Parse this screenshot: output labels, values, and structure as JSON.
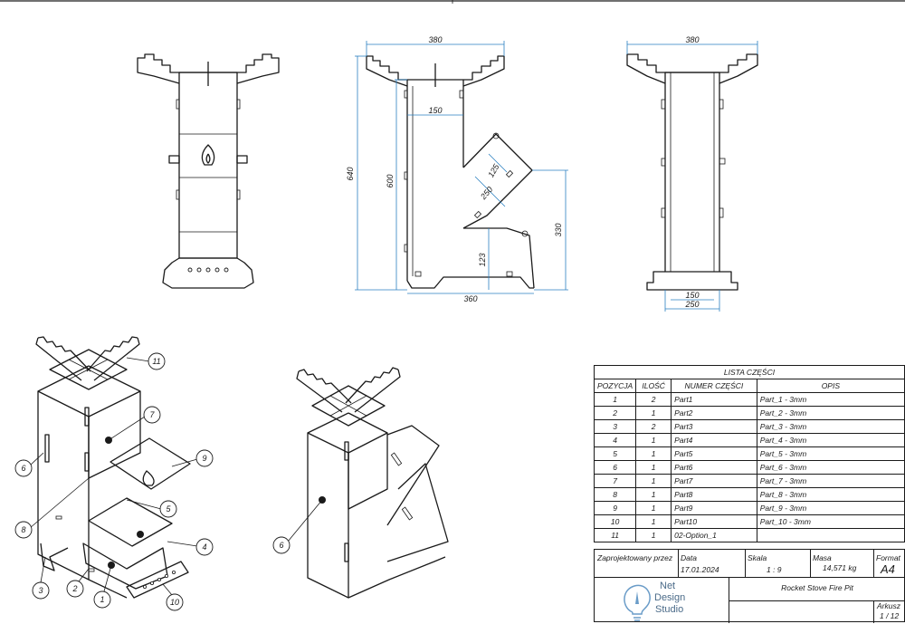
{
  "front_view": {
    "dims": [
      "380",
      "150",
      "640",
      "600",
      "125",
      "250",
      "330",
      "123",
      "360"
    ]
  },
  "side_view": {
    "dims": [
      "380",
      "150",
      "250"
    ]
  },
  "balloons_left": [
    "11",
    "7",
    "9",
    "6",
    "5",
    "8",
    "4",
    "3",
    "2",
    "1",
    "10"
  ],
  "balloons_right": [
    "6"
  ],
  "parts_list": {
    "title": "LISTA CZĘŚCI",
    "headers": [
      "POZYCJA",
      "ILOŚĆ",
      "NUMER CZĘŚCI",
      "OPIS"
    ],
    "rows": [
      [
        "1",
        "2",
        "Part1",
        "Part_1 - 3mm"
      ],
      [
        "2",
        "1",
        "Part2",
        "Part_2 - 3mm"
      ],
      [
        "3",
        "2",
        "Part3",
        "Part_3 - 3mm"
      ],
      [
        "4",
        "1",
        "Part4",
        "Part_4 - 3mm"
      ],
      [
        "5",
        "1",
        "Part5",
        "Part_5 - 3mm"
      ],
      [
        "6",
        "1",
        "Part6",
        "Part_6 - 3mm"
      ],
      [
        "7",
        "1",
        "Part7",
        "Part_7 - 3mm"
      ],
      [
        "8",
        "1",
        "Part8",
        "Part_8 - 3mm"
      ],
      [
        "9",
        "1",
        "Part9",
        "Part_9 - 3mm"
      ],
      [
        "10",
        "1",
        "Part10",
        "Part_10 - 3mm"
      ],
      [
        "11",
        "1",
        "02-Option_1",
        ""
      ]
    ]
  },
  "title_block": {
    "designer_label": "Zaprojektowany przez",
    "date_label": "Data",
    "date": "17.01.2024",
    "scale_label": "Skala",
    "scale": "1 : 9",
    "mass_label": "Masa",
    "mass": "14,571 kg",
    "format_label": "Format",
    "format": "A4",
    "title": "Rocket Stove Fire Pit",
    "sheet_label": "Arkusz",
    "sheet": "1 / 12",
    "logo_line1": "Net",
    "logo_line2": "Design",
    "logo_line3": "Studio"
  }
}
